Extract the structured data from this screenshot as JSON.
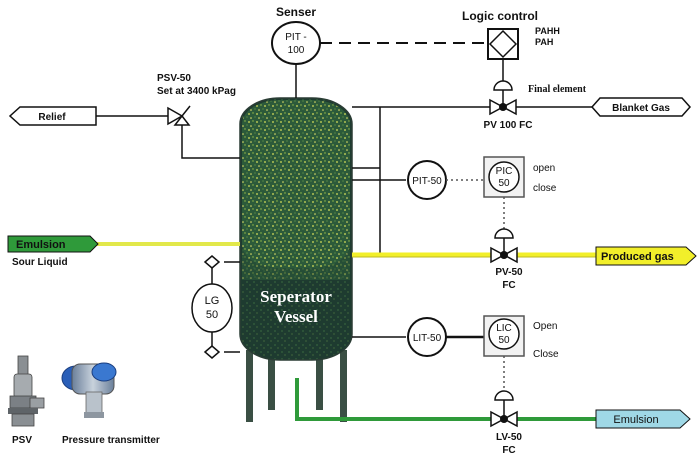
{
  "title_senser": "Senser",
  "title_logic": "Logic control",
  "pit100": {
    "line1": "PIT -",
    "line2": "100"
  },
  "pahh": "PAHH",
  "pah": "PAH",
  "final_element": "Final element",
  "psv50": {
    "line1": "PSV-50",
    "line2": "Set at 3400 kPag"
  },
  "relief": "Relief",
  "blanket_gas": "Blanket Gas",
  "pv100": "PV 100 FC",
  "pit50": "PIT-50",
  "pic50": {
    "line1": "PIC",
    "line2": "50"
  },
  "pic_open": "open",
  "pic_close": "close",
  "emulsion_in": "Emulsion",
  "sour_liquid": "Sour Liquid",
  "produced_gas": "Produced gas",
  "pv50": {
    "line1": "PV-50",
    "line2": "FC"
  },
  "lg50": {
    "line1": "LG",
    "line2": "50"
  },
  "vessel": {
    "line1": "Seperator",
    "line2": "Vessel"
  },
  "lit50": "LIT-50",
  "lic50": {
    "line1": "LIC",
    "line2": "50"
  },
  "lic_open": "Open",
  "lic_close": "Close",
  "emulsion_out": "Emulsion",
  "lv50": {
    "line1": "LV-50",
    "line2": "FC"
  },
  "psv_caption": "PSV",
  "pt_caption": "Pressure transmitter",
  "colors": {
    "liquid_green": "#2f9a3a",
    "gas_yellow": "#f2ef2a",
    "emulsion_blue": "#9fd8e6",
    "vessel_dark": "#1d3a30"
  }
}
